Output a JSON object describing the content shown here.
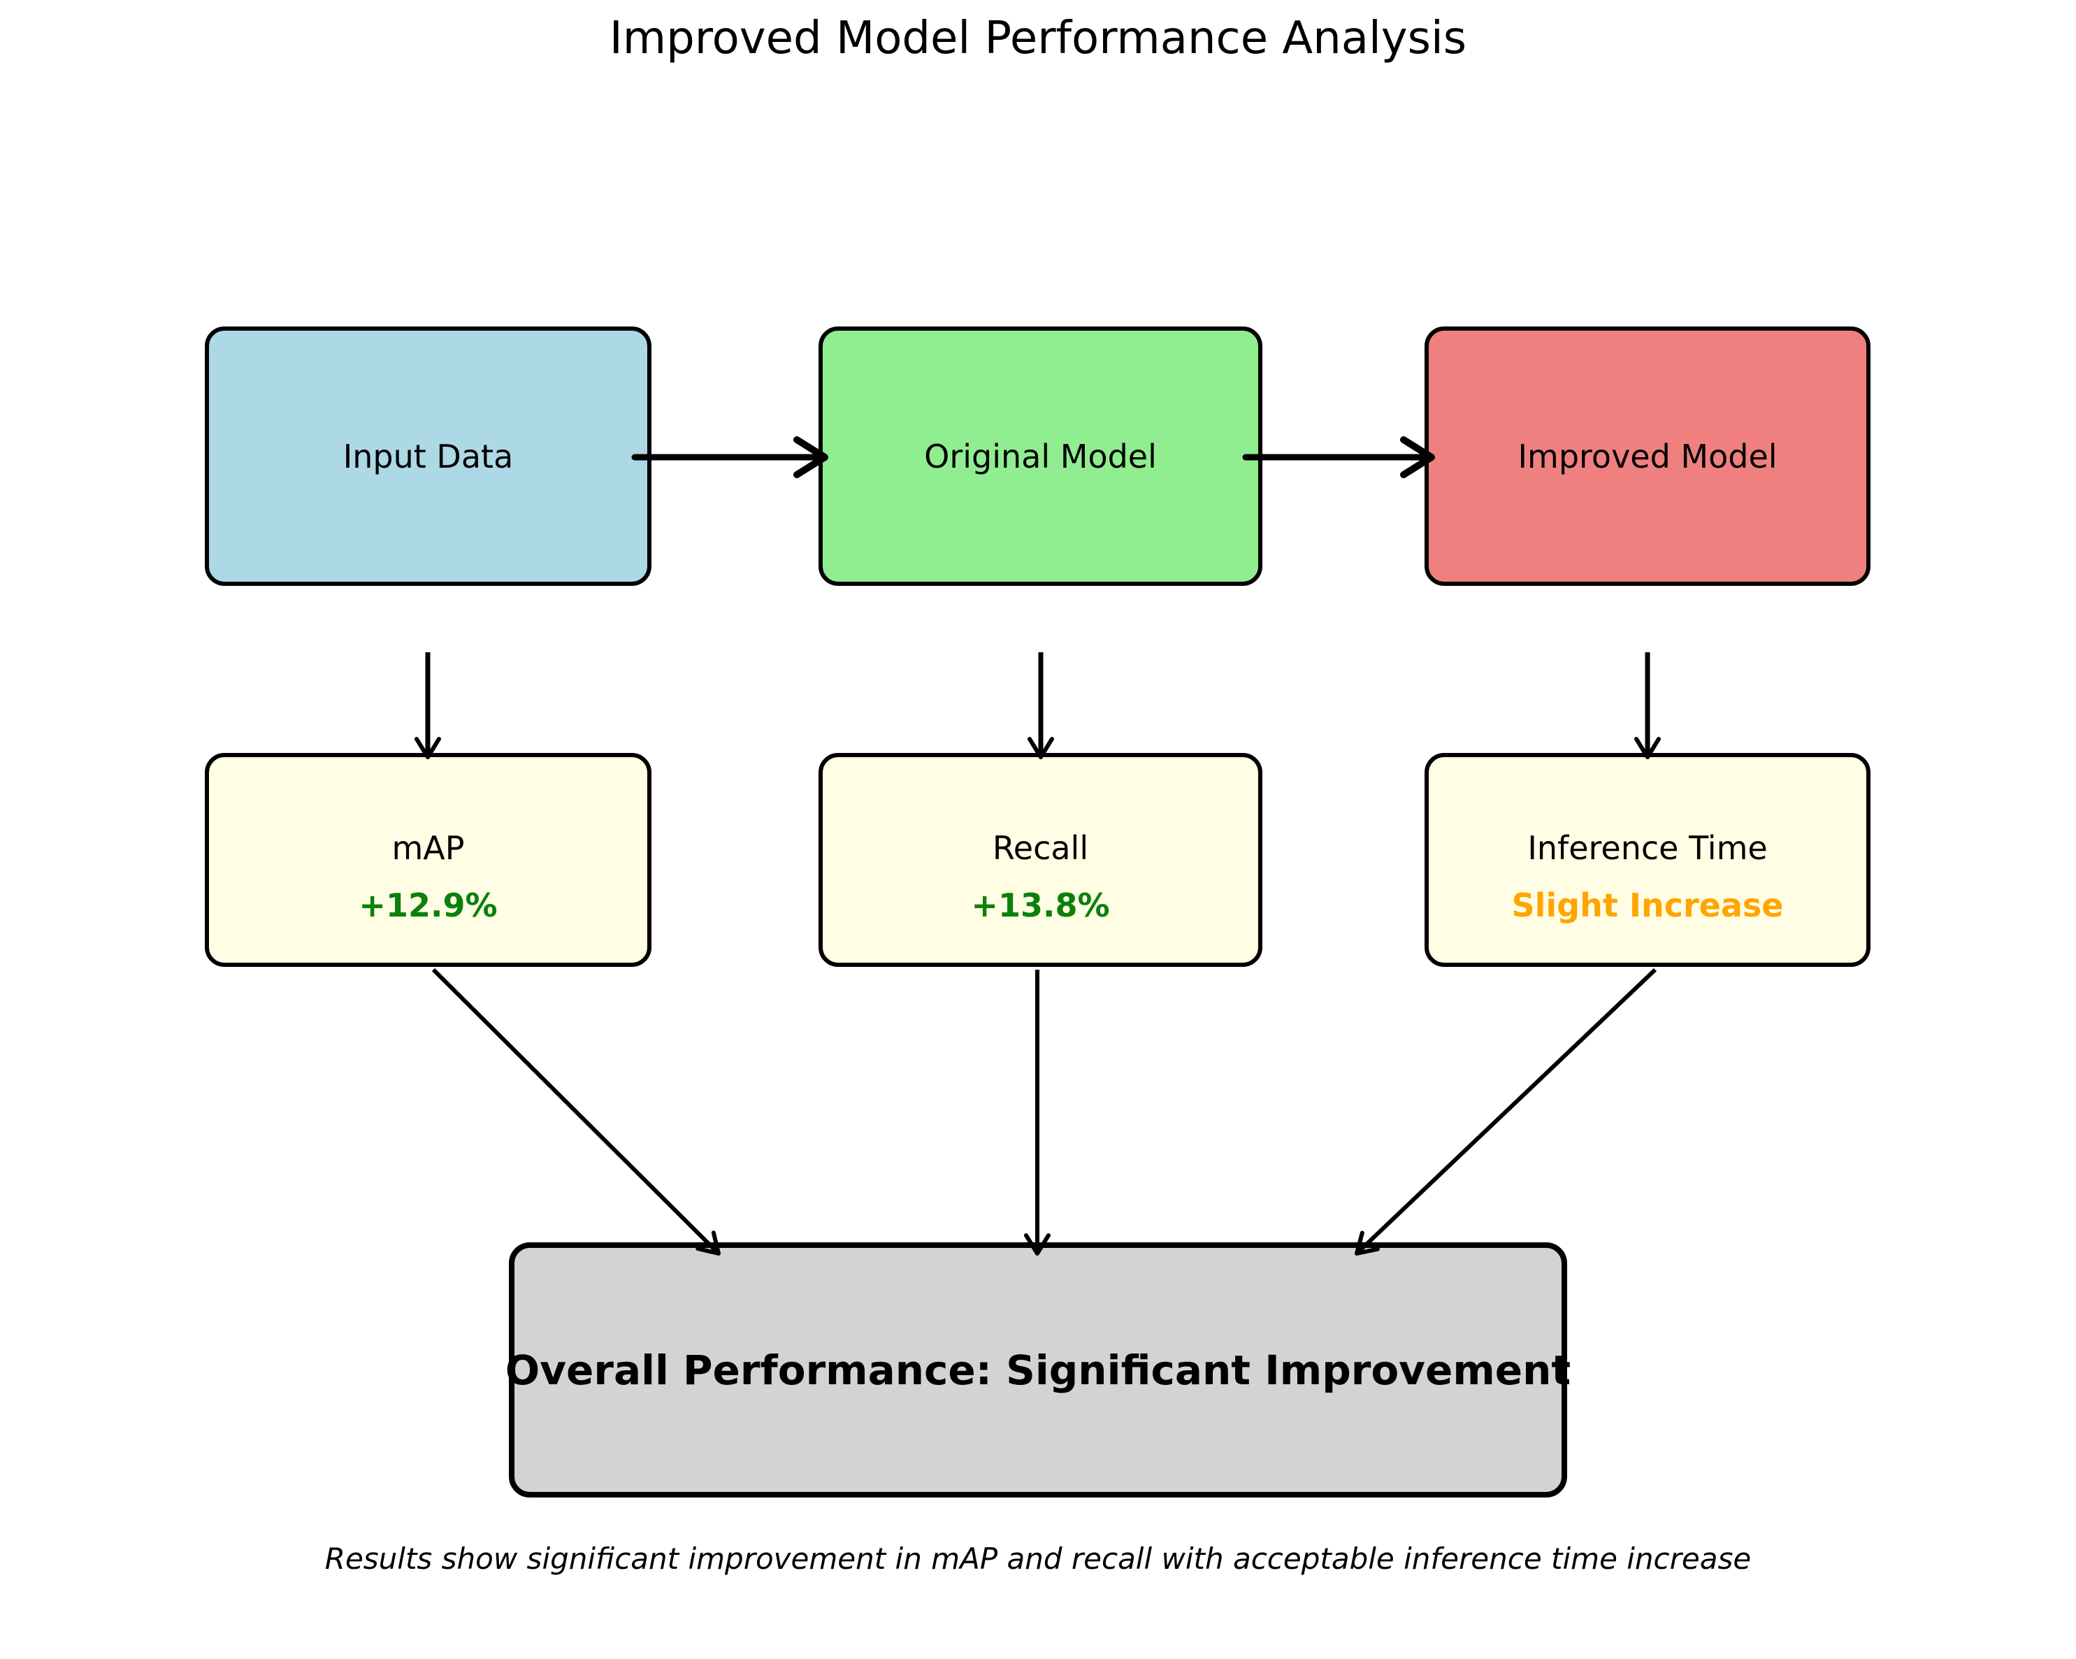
{
  "title": "Improved Model Performance Analysis",
  "flow_nodes": [
    {
      "id": "input-data",
      "label": "Input Data",
      "color": "#add8e6"
    },
    {
      "id": "original-model",
      "label": "Original Model",
      "color": "#90ee90"
    },
    {
      "id": "improved-model",
      "label": "Improved Model",
      "color": "#f08080"
    }
  ],
  "metric_nodes": [
    {
      "id": "map",
      "label": "mAP",
      "value": "+12.9%",
      "value_color": "#0b800b",
      "color": "#fffde3"
    },
    {
      "id": "recall",
      "label": "Recall",
      "value": "+13.8%",
      "value_color": "#0b800b",
      "color": "#fffde3"
    },
    {
      "id": "inference-time",
      "label": "Inference Time",
      "value": "Slight Increase",
      "value_color": "#ffa500",
      "color": "#fffde3"
    }
  ],
  "summary": {
    "label": "Overall Performance: Significant Improvement",
    "color": "#d3d3d3"
  },
  "caption": "Results show significant improvement in mAP and recall with acceptable inference time increase",
  "arrow_color": "#000000",
  "background_color": "#ffffff"
}
